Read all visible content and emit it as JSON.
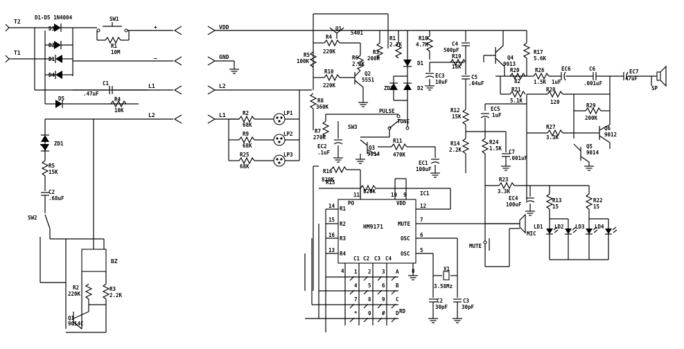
{
  "terminals": {
    "t2": "T2",
    "t1": "T1",
    "plus": "+",
    "minus": "−",
    "vdd": "VDD",
    "gnd": "GND",
    "l1_left": "L1",
    "l2_left": "L2",
    "l2_right": "L2",
    "l1_right": "L1"
  },
  "bridge": {
    "title": "D1-D5  1N4004",
    "d3": "D3",
    "d2": "D2",
    "d1": "D1",
    "d4": "D4",
    "d5": "D5"
  },
  "sw1": {
    "name": "SW1",
    "r1_name": "R1",
    "r1_val": "10M"
  },
  "c1": {
    "name": "C1",
    "val": ".47uF"
  },
  "r4_left": {
    "name": "R4",
    "val": "10K"
  },
  "zd1": {
    "name": "ZD1"
  },
  "r5_left": {
    "name": "R5",
    "val": "15K"
  },
  "c2_left": {
    "name": "C2",
    "val": ".68uF"
  },
  "sw2": {
    "name": "SW2"
  },
  "bz": {
    "name": "BZ"
  },
  "r2_left": {
    "name": "R2",
    "val": "220K"
  },
  "r3_left": {
    "name": "R3",
    "val": "2.2K"
  },
  "q1_left": {
    "name": "Q1",
    "val": "9014C"
  },
  "lamps": {
    "r2": "R2",
    "r2_val": "68K",
    "r9": "R9",
    "r9_val": "68K",
    "r25": "R25",
    "r25_val": "68K",
    "lp1": "LP1",
    "lp2": "LP2",
    "lp3": "LP3"
  },
  "mid": {
    "q1_name": "Q1",
    "q1_val": "5401",
    "r4_name": "R4",
    "r4_val": "220K",
    "r5_name": "R5",
    "r5_val": "100K",
    "r6_name": "R6",
    "r6_val": "2.2K",
    "r3_name": "R3",
    "r3_val": "200K",
    "r10_name": "R10",
    "r10_val": "220K",
    "q2_name": "Q2",
    "q2_val": "5551",
    "r8_name": "R8",
    "r8_val": "360K",
    "r7_name": "R7",
    "r7_val": "270K",
    "ec2_name": "EC2",
    "ec2_val": ".1uF",
    "r16_name": "R16",
    "r16_val": "820K",
    "q3_name": "Q3",
    "q3_val": "9014",
    "sw3": "SW3",
    "pulse": "PULSE",
    "tone": "TONE",
    "r11_name": "R11",
    "r11_val": "470K",
    "ec1_name": "EC1",
    "ec1_val": "100uF",
    "r15_name": "R15",
    "r15_val": "820K",
    "r1_name": "R1",
    "r1_val": "2.2K",
    "d1": "D1",
    "d2": "D2",
    "zd2": "ZD2"
  },
  "ic": {
    "name": "HM9171",
    "ref": "IC1",
    "po": "PO",
    "vdd": "VDD",
    "r1": "R1",
    "r2": "R2",
    "r3": "R3",
    "r4": "R4",
    "mute": "MUTE",
    "osc1": "OSC",
    "osc2": "OSC",
    "c1": "C1",
    "c2": "C2",
    "c3": "C3",
    "c4": "C4",
    "p11": "11",
    "p10": "10",
    "p9": "9",
    "p14": "14",
    "p15": "15",
    "p16": "16",
    "p13": "13",
    "p12": "12",
    "p7": "7",
    "p6": "6",
    "p5": "5",
    "p4": "4",
    "p8": "8",
    "p1": "1",
    "p2": "2",
    "p3": "3"
  },
  "keypad": {
    "keys": [
      "1",
      "2",
      "3",
      "A",
      "4",
      "5",
      "6",
      "B",
      "7",
      "8",
      "9",
      "C",
      "*",
      "0",
      "#",
      "D"
    ],
    "rd": "RD"
  },
  "osc": {
    "x1": "X1",
    "x1_val": "3.58Mz",
    "c2": "C2",
    "c2_val": "30pF",
    "c3": "C3",
    "c3_val": "30pF"
  },
  "right": {
    "r18_name": "R18",
    "r18_val": "4.7K",
    "c4_name": "C4",
    "c4_val": "500pF",
    "q4_name": "Q4",
    "q4_val": "9013",
    "r17_name": "R17",
    "r17_val": "5.6K",
    "r19_name": "R19",
    "r19_val": "18K",
    "ec3_name": "EC3",
    "ec3_val": "10uF",
    "c5_name": "C5",
    "c5_val": ".04uF",
    "r20_name": "R20",
    "r20_val": "82",
    "r26_name": "R26",
    "r26_val": "1.5K",
    "ec6_name": "EC6",
    "ec6_val": "1uF",
    "c6_name": "C6",
    "c6_val": ".001uF",
    "ec7_name": "EC7",
    "ec7_val": "47uF",
    "sp": "SP",
    "r21_name": "R21",
    "r21_val": "5.1K",
    "r28_name": "R28",
    "r28_val": "120",
    "r29_name": "R29",
    "r29_val": "200K",
    "r12_name": "R12",
    "r12_val": "15K",
    "ec5_name": "EC5",
    "ec5_val": "1uF",
    "r27_name": "R27",
    "r27_val": "3.3K",
    "q6_name": "Q6",
    "q6_val": "9012",
    "q5_name": "Q5",
    "q5_val": "9014",
    "r14_name": "R14",
    "r14_val": "2.2K",
    "r24_name": "R24",
    "r24_val": "1.5K",
    "c7_name": "C7",
    "c7_val": ".001uF",
    "r23_name": "R23",
    "r23_val": "3.3K",
    "ec4_name": "EC4",
    "ec4_val": "100uF",
    "r13_name": "R13",
    "r13_val": "15",
    "r22_name": "R22",
    "r22_val": "15",
    "ld1": "LD1",
    "ld2": "LD2",
    "ld3": "LD3",
    "ld4": "LD4",
    "mic": "MIC",
    "mute": "MUTE"
  }
}
